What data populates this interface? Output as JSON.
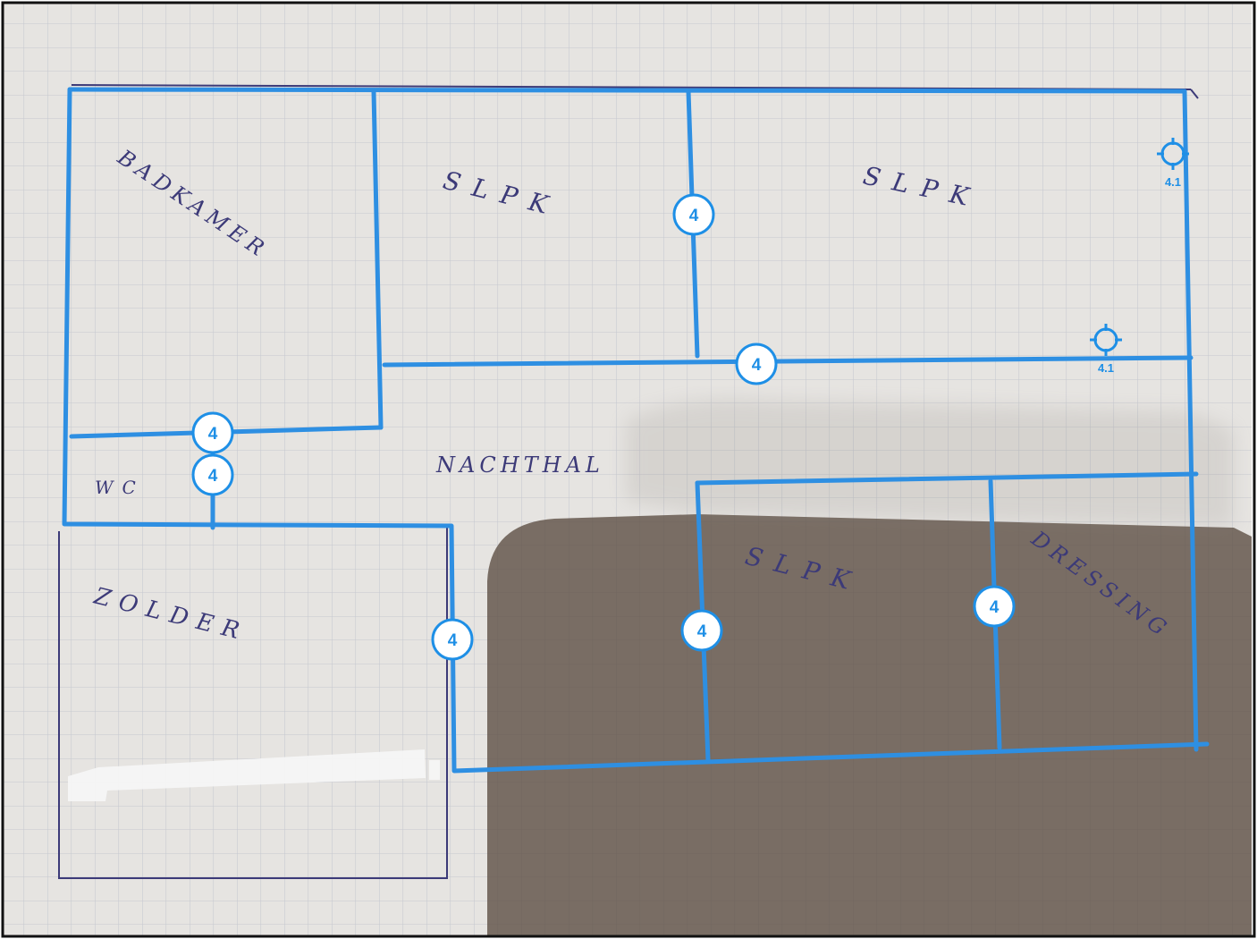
{
  "colors": {
    "wall": "#2e8fe2",
    "paper": "#e6e4e1",
    "grid": "#c6c8cf",
    "pencil": "#3c3a78",
    "shadow": "#5a4c40",
    "frame": "#111111"
  },
  "rooms": {
    "badkamer": "BADKAMER",
    "slpk_1": "SLPK",
    "slpk_2": "SLPK",
    "slpk_3": "SLPK",
    "nachthal": "NACHTHAL",
    "wc": "WC",
    "zolder": "ZOLDER",
    "dressing": "DRESSING"
  },
  "wall_badges": [
    "4",
    "4",
    "4",
    "4",
    "4",
    "4",
    "4"
  ],
  "markers": [
    "4.1",
    "4.1"
  ],
  "icons": {
    "marker": "crosshair-target-icon"
  }
}
